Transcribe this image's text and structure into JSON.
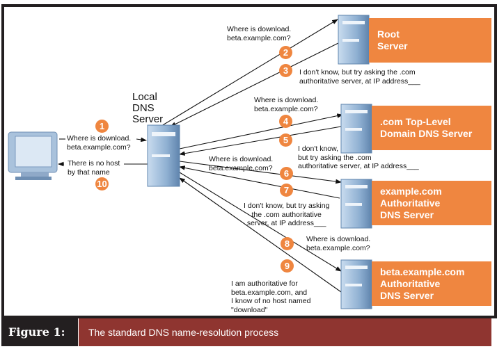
{
  "figure": {
    "number_label": "Figure 1:",
    "title": "The standard DNS name-resolution process"
  },
  "nodes": {
    "local": {
      "label_lines": [
        "Local",
        "DNS",
        "Server"
      ]
    },
    "root": {
      "label_lines": [
        "Root",
        "Server"
      ]
    },
    "tld": {
      "label_lines": [
        ".com Top-Level",
        "Domain DNS Server"
      ]
    },
    "example": {
      "label_lines": [
        "example.com",
        "Authoritative",
        "DNS Server"
      ]
    },
    "beta": {
      "label_lines": [
        "beta.example.com",
        "Authoritative",
        "DNS Server"
      ]
    }
  },
  "steps": [
    {
      "num": "1",
      "text": [
        "Where is download.",
        "beta.example.com?"
      ]
    },
    {
      "num": "2",
      "text": [
        "Where is download.",
        "beta.example.com?"
      ]
    },
    {
      "num": "3",
      "text": [
        "I don't know, but try asking the .com",
        "authoritative server, at IP address___"
      ]
    },
    {
      "num": "4",
      "text": [
        "Where is download.",
        "beta.example.com?"
      ]
    },
    {
      "num": "5",
      "text": [
        "I don't know,",
        "but try asking the .com",
        "authoritative server, at IP address___"
      ]
    },
    {
      "num": "6",
      "text": [
        "Where is download.",
        "beta.example.com?"
      ]
    },
    {
      "num": "7",
      "text": [
        "I don't know, but try asking",
        "the .com authoritative",
        "server, at IP address___"
      ]
    },
    {
      "num": "8",
      "text": [
        "Where is download.",
        "beta.example.com?"
      ]
    },
    {
      "num": "9",
      "text": [
        "I am authoritative for",
        "beta.example.com, and",
        "I know of no host named",
        "\"download\""
      ]
    },
    {
      "num": "10",
      "text": [
        "There is no host",
        "by that name"
      ]
    }
  ],
  "colors": {
    "accent": "#ef8640",
    "caption_bg": "#8f3530",
    "frame": "#231f20"
  }
}
